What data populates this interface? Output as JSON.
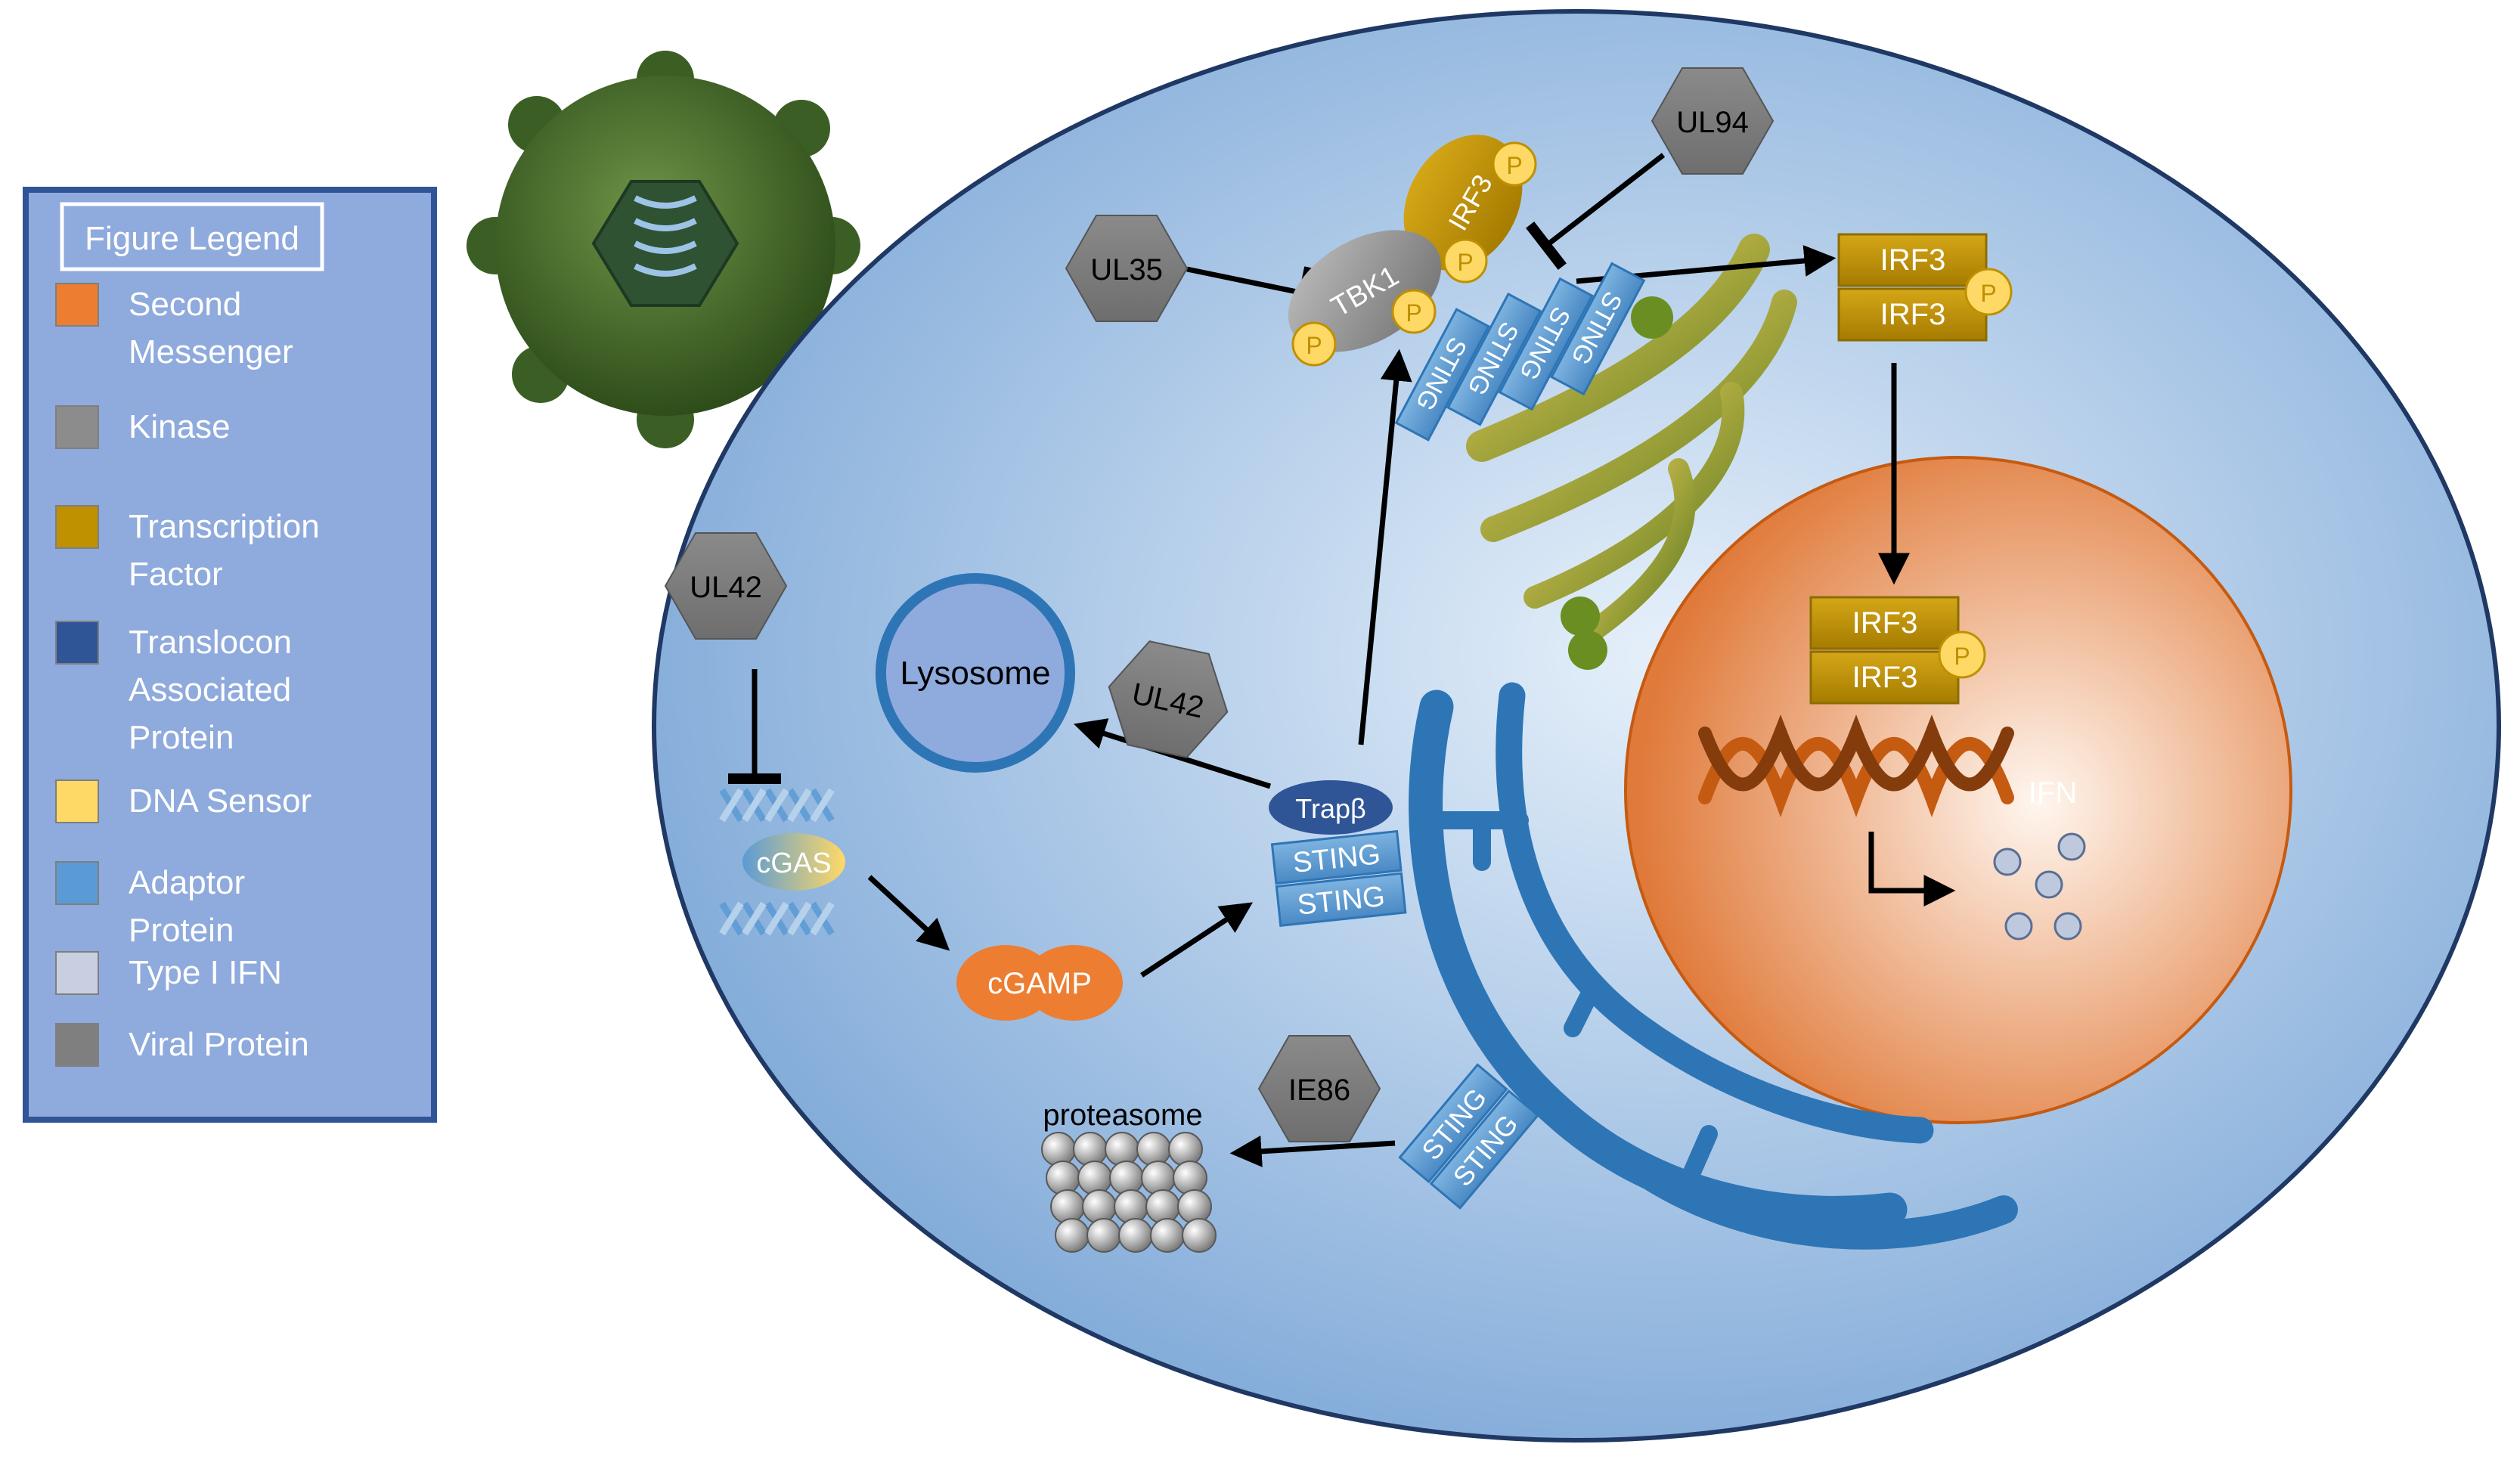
{
  "legend": {
    "title": "Figure Legend",
    "items": [
      {
        "label_lines": [
          "Second",
          "Messenger"
        ],
        "color": "#ED7D31"
      },
      {
        "label_lines": [
          "Kinase"
        ],
        "color": "#8C8C8C"
      },
      {
        "label_lines": [
          "Transcription",
          "Factor"
        ],
        "color": "#BF9000"
      },
      {
        "label_lines": [
          "Translocon",
          "Associated",
          "Protein"
        ],
        "color": "#2F5597"
      },
      {
        "label_lines": [
          "DNA Sensor"
        ],
        "color": "#FFD966"
      },
      {
        "label_lines": [
          "Adaptor",
          "Protein"
        ],
        "color": "#5B9BD5"
      },
      {
        "label_lines": [
          "Type I IFN"
        ],
        "color": "#C9CFE0"
      },
      {
        "label_lines": [
          "Viral Protein"
        ],
        "color": "#7F7F7F"
      }
    ]
  },
  "viral_proteins": {
    "ul94": "UL94",
    "ul35": "UL35",
    "ul42_cgas": "UL42",
    "ul42_lysosome": "UL42",
    "ie86": "IE86"
  },
  "molecules": {
    "cgas": "cGAS",
    "cgamp": "cGAMP",
    "trap_beta": "Trapβ",
    "sting": "STING",
    "tbk1": "TBK1",
    "irf3": "IRF3",
    "phospho": "P",
    "ifn": "IFN",
    "lysosome": "Lysosome",
    "proteasome": "proteasome"
  },
  "colors": {
    "cell_fill": "#BDD7EE",
    "cell_stroke": "#1F3864",
    "virus": "#375623",
    "viral_protein": "#7F7F7F",
    "nucleus": "#F4B183",
    "er": "#2E75B6",
    "golgi": "#A9C24C",
    "irf3": "#BF9000",
    "sting": "#5B9BD5",
    "tbk1": "#8C8C8C",
    "phospho": "#FFD966",
    "cgamp": "#ED7D31",
    "trap": "#2F5597",
    "dna": "#C55A11"
  }
}
